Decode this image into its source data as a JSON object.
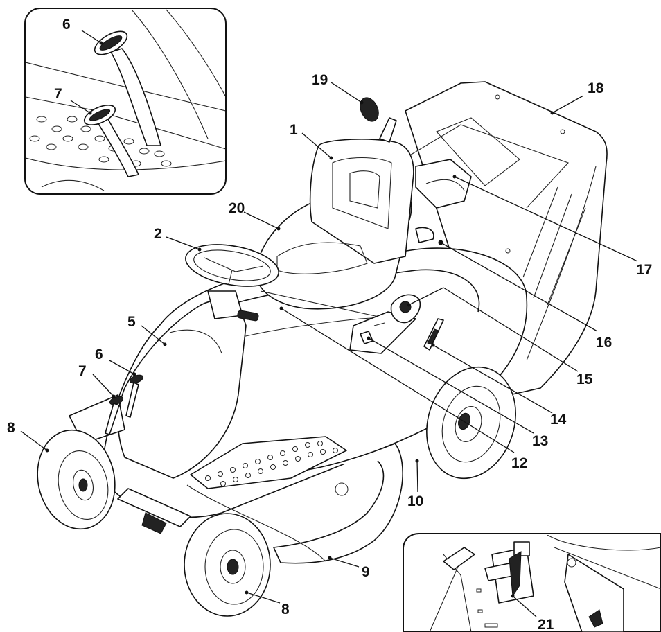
{
  "callouts": {
    "c1": "1",
    "c2": "2",
    "c5": "5",
    "c6_inset": "6",
    "c7_inset": "7",
    "c6": "6",
    "c7": "7",
    "c8_left": "8",
    "c8_bottom": "8",
    "c9": "9",
    "c10": "10",
    "c12": "12",
    "c13": "13",
    "c14": "14",
    "c15": "15",
    "c16": "16",
    "c17": "17",
    "c18": "18",
    "c19": "19",
    "c20": "20",
    "c21": "21"
  }
}
